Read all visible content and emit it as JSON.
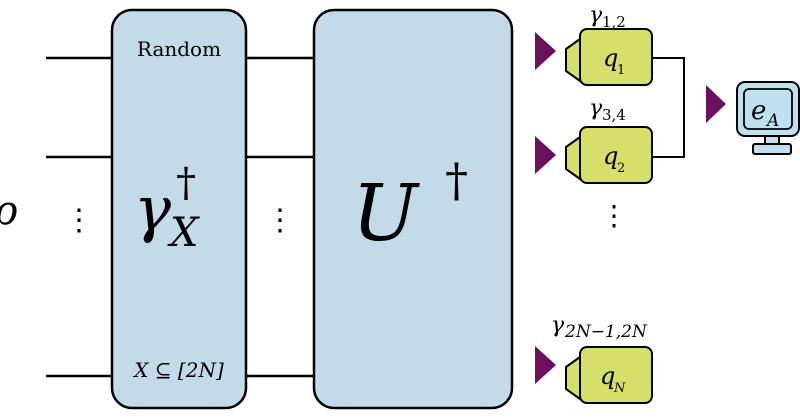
{
  "input_label": "ρ",
  "random_box": {
    "top_label": "Random",
    "gate_main": "γ",
    "gate_sup": "†",
    "gate_sub": "X",
    "bottom_label": "X ⊆ [2N]"
  },
  "unitary_box": {
    "label_main": "U",
    "label_sup": "†"
  },
  "dots": {
    "left": "⋮",
    "middle": "⋮",
    "right": "⋮"
  },
  "cameras": [
    {
      "gamma_label": "γ",
      "gamma_sub": "1,2",
      "qubit": "q",
      "qubit_sub": "1"
    },
    {
      "gamma_label": "γ",
      "gamma_sub": "3,4",
      "qubit": "q",
      "qubit_sub": "2"
    },
    {
      "gamma_label": "γ",
      "gamma_sub": "2N−1,2N",
      "qubit": "q",
      "qubit_sub": "N"
    }
  ],
  "monitor": {
    "label": "e",
    "label_sub": "A"
  },
  "colors": {
    "box_fill": "#c3dae8",
    "camera_fill": "#d6df6a",
    "monitor_fill": "#bfe0ef",
    "arrow": "#6b1060",
    "line": "#000000"
  }
}
